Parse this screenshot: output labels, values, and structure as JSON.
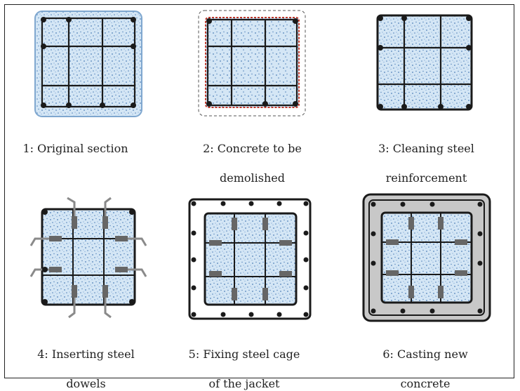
{
  "steps": [
    {
      "caption_line1": "1: Original section",
      "caption_line2": ""
    },
    {
      "caption_line1": "2: Concrete to be",
      "caption_line2": "demolished"
    },
    {
      "caption_line1": "3: Cleaning steel",
      "caption_line2": "reinforcement"
    },
    {
      "caption_line1": "4: Inserting steel",
      "caption_line2": "dowels"
    },
    {
      "caption_line1": "5: Fixing steel cage",
      "caption_line2": "of the jacket"
    },
    {
      "caption_line1": "6: Casting new",
      "caption_line2": "concrete"
    }
  ],
  "colors": {
    "concrete_fill": "#d4e6f5",
    "concrete_speckle": "#4f7fb8",
    "steel": "#1a1a1a",
    "demolish_line": "#c0392b",
    "jacket_fill": "#c8c8c8",
    "dowel": "#9a9a9a"
  }
}
